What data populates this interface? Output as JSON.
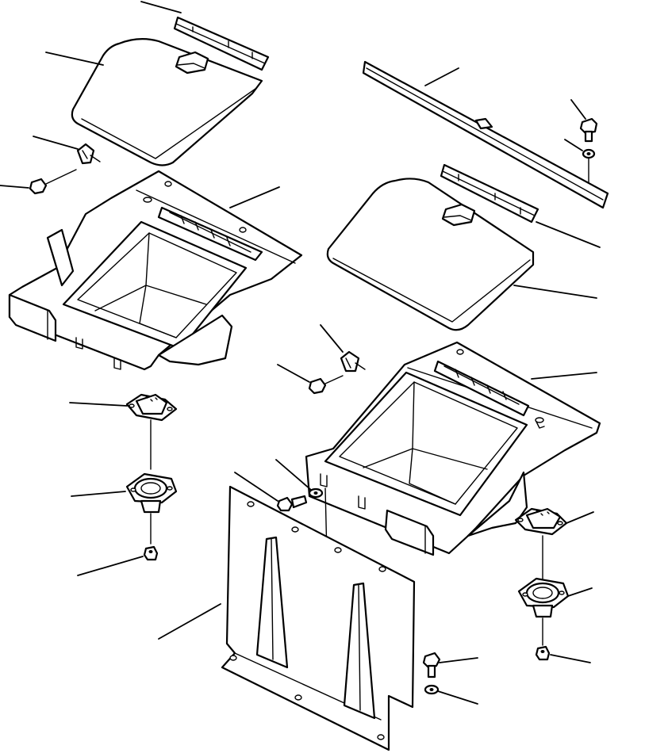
{
  "diagram": {
    "kind": "exploded-parts-view",
    "background": "#ffffff",
    "line_color": "#000000",
    "parts": [
      "upper-left-hinge-strip",
      "upper-left-lid",
      "upper-left-clip",
      "upper-left-screw",
      "upper-left-tray",
      "upper-right-rail",
      "upper-right-bolt",
      "upper-right-washer",
      "middle-right-hinge-strip",
      "middle-right-lid",
      "middle-clip",
      "middle-screw",
      "lower-right-tray",
      "left-mount-bracket",
      "left-damper-mount",
      "left-nut",
      "center-bolt",
      "center-washer",
      "base-plate",
      "right-mount-bracket",
      "right-damper-mount",
      "right-nut",
      "lower-bolt",
      "lower-washer"
    ]
  }
}
